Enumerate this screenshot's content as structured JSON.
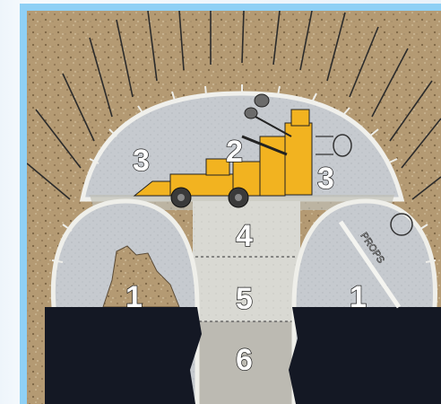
{
  "diagram": {
    "stage_labels": {
      "side_drift_left": "1",
      "side_drift_right": "1",
      "top_heading": "2",
      "crown_left": "3",
      "crown_right": "3",
      "bench_upper": "4",
      "bench_middle": "5",
      "invert": "6"
    },
    "prop_label": "PROPS",
    "colors": {
      "frame": "#8fd0f5",
      "rock": "#b59a72",
      "excavated": "#c9cdd1",
      "shotcrete": "#dcdcd8",
      "machine": "#f2b320",
      "dark_rock": "#141824"
    }
  }
}
